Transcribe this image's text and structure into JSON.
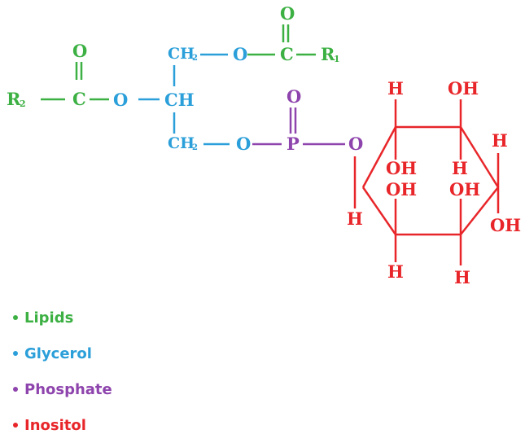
{
  "colors": {
    "lipid": "#3cb043",
    "glycerol": "#2b9fd9",
    "phosphate": "#8e44ad",
    "inositol": "#e8262a"
  },
  "atoms": {
    "lipid_top_O": "O",
    "lipid_top_C": "C",
    "lipid_top_R1": "R",
    "lipid_top_R1_sub": "1",
    "lipid_left_O": "O",
    "lipid_left_C": "C",
    "lipid_left_R2": "R",
    "lipid_left_R2_sub": "2",
    "glyc_CH2_top": "CH",
    "glyc_CH2_top_sub": "2",
    "glyc_ester_O_top": "O",
    "glyc_CH": "CH",
    "glyc_ester_O_left": "O",
    "glyc_CH2_bottom": "CH",
    "glyc_CH2_bottom_sub": "2",
    "glyc_ester_O_bottom": "O",
    "phos_O_top": "O",
    "phos_P": "P",
    "phos_O_right": "O",
    "ino_H_top_left": "H",
    "ino_OH_top_right": "OH",
    "ino_H_right": "H",
    "ino_OH_mid1": "OH",
    "ino_H_mid": "H",
    "ino_OH_mid2": "OH",
    "ino_OH_mid3": "OH",
    "ino_OH_far_right": "OH",
    "ino_H_left": "H",
    "ino_H_bottom1": "H",
    "ino_H_bottom2": "H"
  },
  "legend": {
    "lipids": "Lipids",
    "glycerol": "Glycerol",
    "phosphate": "Phosphate",
    "inositol": "Inositol"
  }
}
